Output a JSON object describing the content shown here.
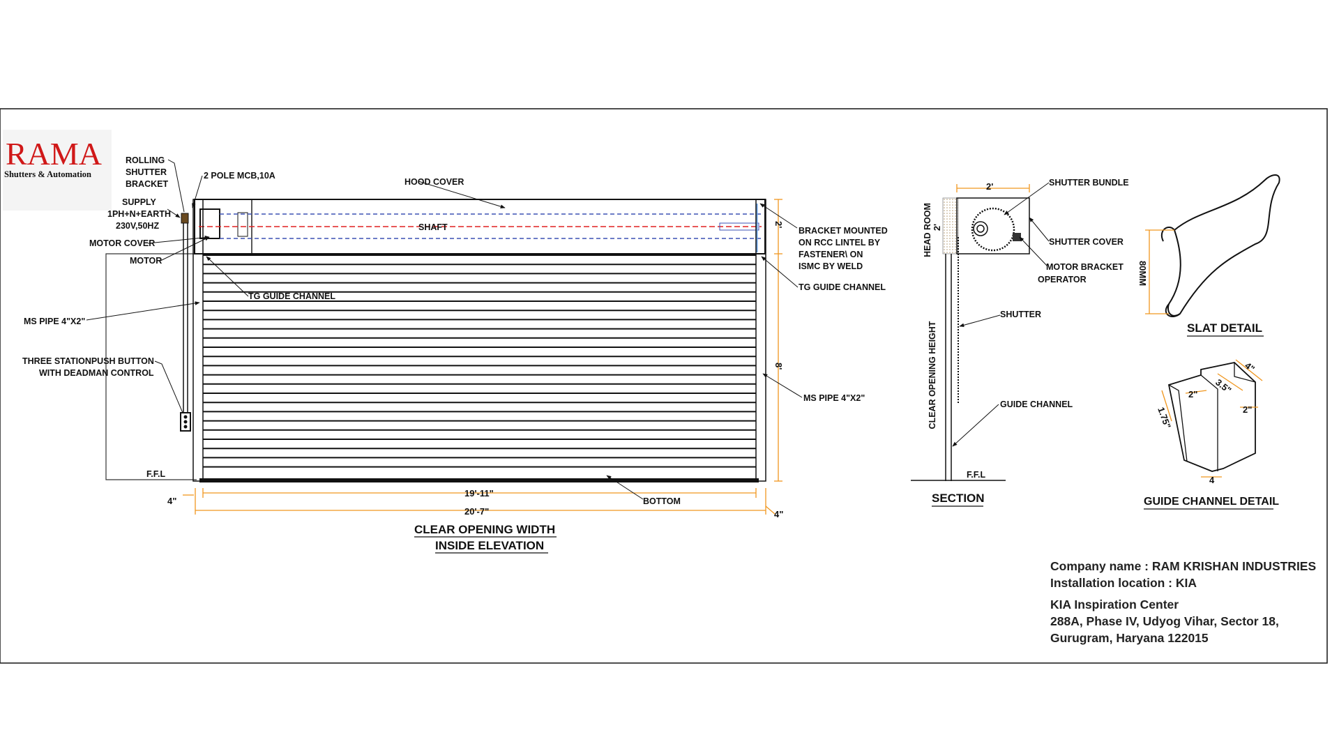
{
  "logo": {
    "name": "RAMA",
    "tagline": "Shutters & Automation"
  },
  "elevation": {
    "labels": {
      "rolling_bracket": [
        "ROLLING",
        "SHUTTER",
        "BRACKET"
      ],
      "mcb": "2 POLE MCB,10A",
      "hood_cover": "HOOD COVER",
      "supply": [
        "SUPPLY",
        "1PH+N+EARTH",
        "230V,50HZ"
      ],
      "shaft": "SHAFT",
      "motor_cover": "MOTOR COVER",
      "motor": "MOTOR",
      "tg_guide_left": "TG GUIDE CHANNEL",
      "ms_pipe_left": "MS PIPE 4\"X2\"",
      "push_button": [
        "THREE STATIONPUSH BUTTON",
        "WITH DEADMAN CONTROL"
      ],
      "bracket_mounted": [
        "BRACKET MOUNTED",
        "ON RCC LINTEL BY",
        "FASTENER\\ ON",
        "ISMC BY WELD"
      ],
      "tg_guide_right": "TG GUIDE CHANNEL",
      "ms_pipe_right": "MS PIPE 4\"X2\"",
      "ffl": "F.F.L",
      "bottom": "BOTTOM"
    },
    "dims": {
      "head": "2'",
      "height": "8'",
      "inner_width": "19'-11\"",
      "outer_width": "20'-7\"",
      "left_offset": "4\"",
      "right_offset": "4\""
    },
    "title": [
      "CLEAR OPENING WIDTH",
      "INSIDE ELEVATION"
    ]
  },
  "section": {
    "labels": {
      "width": "2'",
      "shutter_bundle": "SHUTTER BUNDLE",
      "head_room": "HEAD ROOM",
      "head_room_dim": "2'",
      "shutter_cover": "SHUTTER COVER",
      "motor_bracket": [
        "MOTOR BRACKET",
        "OPERATOR"
      ],
      "shutter": "SHUTTER",
      "clear_height": "CLEAR OPENING HEIGHT",
      "guide_channel": "GUIDE CHANNEL",
      "ffl": "F.F.L"
    },
    "title": "SECTION"
  },
  "slat_detail": {
    "dim": "80MM",
    "title": "SLAT DETAIL"
  },
  "guide_channel_detail": {
    "dims": [
      "4\"",
      "3.5\"",
      "2\"",
      "1.75\"",
      "2\"",
      "4"
    ],
    "title": "GUIDE CHANNEL DETAIL"
  },
  "company": {
    "line1": "Company name : RAM KRISHAN INDUSTRIES",
    "line2": "Installation location : KIA",
    "line3": "KIA Inspiration Center",
    "line4": "288A, Phase IV, Udyog Vihar, Sector 18,",
    "line5": "Gurugram, Haryana 122015"
  },
  "colors": {
    "dimension": "#f0961e",
    "shaft": "#e02020",
    "axis": "#3c50b4",
    "logo": "#d01818"
  }
}
